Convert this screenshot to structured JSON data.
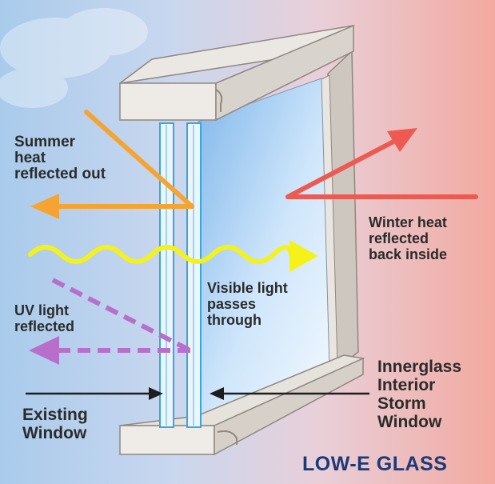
{
  "labels": {
    "summer": "Summer\nheat\nreflected out",
    "winter": "Winter heat\nreflected\nback inside",
    "visible": "Visible light\npasses\nthrough",
    "uv": "UV light\nreflected",
    "existing": "Existing\nWindow",
    "storm": "Innerglass\nInterior\nStorm\nWindow",
    "title": "LOW-E GLASS"
  },
  "colors": {
    "summer_arrow": "#f5a431",
    "winter_arrow": "#ec5a52",
    "visible_wave": "#f5f21a",
    "uv_arrow": "#b86fcc",
    "pointer": "#1d1d1d",
    "title": "#1b3a78"
  }
}
